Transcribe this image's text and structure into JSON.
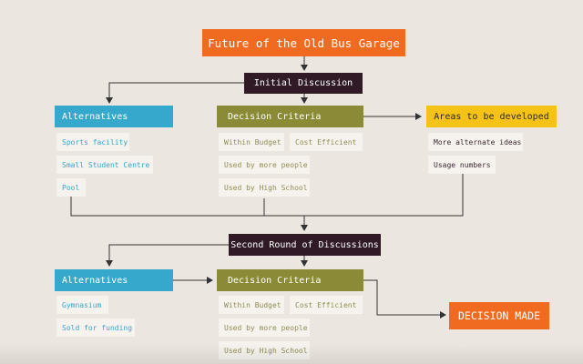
{
  "title": "Future of the Old Bus Garage",
  "initial_discussion": "Initial Discussion",
  "round1": {
    "alternatives": {
      "header": "Alternatives",
      "items": [
        "Sports facility",
        "Small Student Centre",
        "Pool"
      ]
    },
    "criteria": {
      "header": "Decision Criteria",
      "items": [
        "Within Budget",
        "Cost Efficient",
        "Used by more people",
        "Used by High School"
      ]
    },
    "areas": {
      "header": "Areas to be developed",
      "items": [
        "More alternate ideas",
        "Usage numbers"
      ]
    }
  },
  "second_round": "Second Round of Discussions",
  "round2": {
    "alternatives": {
      "header": "Alternatives",
      "items": [
        "Gymnasium",
        "Sold for funding"
      ]
    },
    "criteria": {
      "header": "Decision Criteria",
      "items": [
        "Within Budget",
        "Cost Efficient",
        "Used by more people",
        "Used by High School"
      ]
    }
  },
  "decision": "DECISION MADE",
  "colors": {
    "background": "#ebe6df",
    "title": "#f06a1f",
    "discussion": "#2f1a26",
    "alternatives": "#35a8cc",
    "criteria": "#8b8a36",
    "areas": "#f5c218",
    "decision": "#f06a1f"
  }
}
